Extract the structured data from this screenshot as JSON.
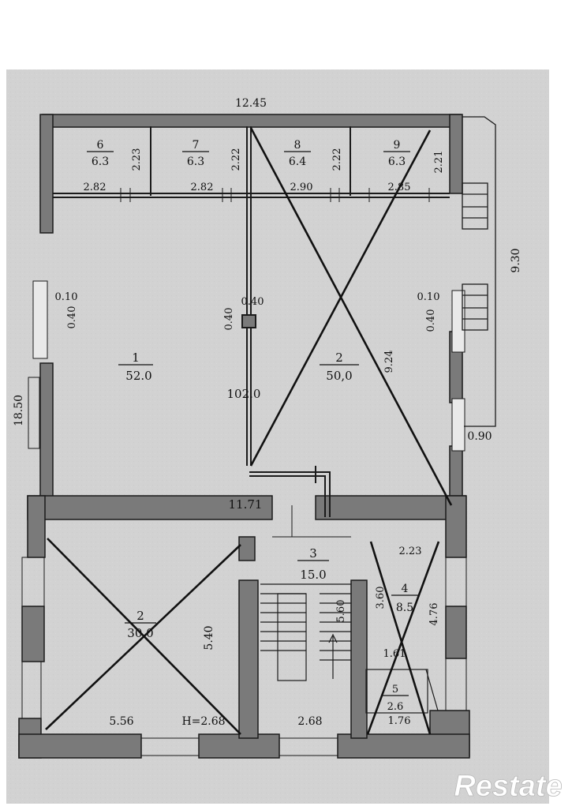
{
  "colors": {
    "paper": "#ffffff",
    "scan": "#d4d4d4",
    "wall": "#7c7c7c",
    "wall_edge": "#1a1a1a",
    "ink": "#111111",
    "watermark": "#ffffff"
  },
  "overall": {
    "top_length": "12.45",
    "left_length": "18.50",
    "right_length": "9.30",
    "right_offset": "0.90"
  },
  "rooms": {
    "r6": {
      "num": "6",
      "area": "6.3",
      "h": "2.23",
      "w": "2.82"
    },
    "r7": {
      "num": "7",
      "area": "6.3",
      "h": "2.22",
      "w": "2.82"
    },
    "r8": {
      "num": "8",
      "area": "6.4",
      "h": "2.22",
      "w": "2.90"
    },
    "r9": {
      "num": "9",
      "area": "6.3",
      "h": "2.21",
      "w": "2.85"
    },
    "r1": {
      "num": "1",
      "area": "52.0"
    },
    "r2_upper": {
      "num": "2",
      "area": "50,0"
    },
    "r2_lower": {
      "num": "2",
      "area": "30.0"
    },
    "r3": {
      "num": "3",
      "area": "15.0"
    },
    "r4": {
      "num": "4",
      "area": "8.5"
    },
    "r5": {
      "num": "5",
      "area": "2.6"
    }
  },
  "dims": {
    "window_left_a": "0.10",
    "window_left_b": "0.40",
    "window_right_a": "0.10",
    "window_right_b": "0.40",
    "column_a": "0.40",
    "column_b": "0.40",
    "hall_total": "102.0",
    "diag_24": "9.24",
    "hall_width": "11.71",
    "room4_w": "2.23",
    "room4_h_left": "3.60",
    "room4_h_right": "4.76",
    "stair_h": "5.60",
    "room2b_h": "5.40",
    "room2b_w": "5.56",
    "ceiling": "H=2.68",
    "stair_w": "2.68",
    "room5_h": "1.61",
    "room5_w": "1.76"
  },
  "watermark": {
    "text": "Restate"
  }
}
